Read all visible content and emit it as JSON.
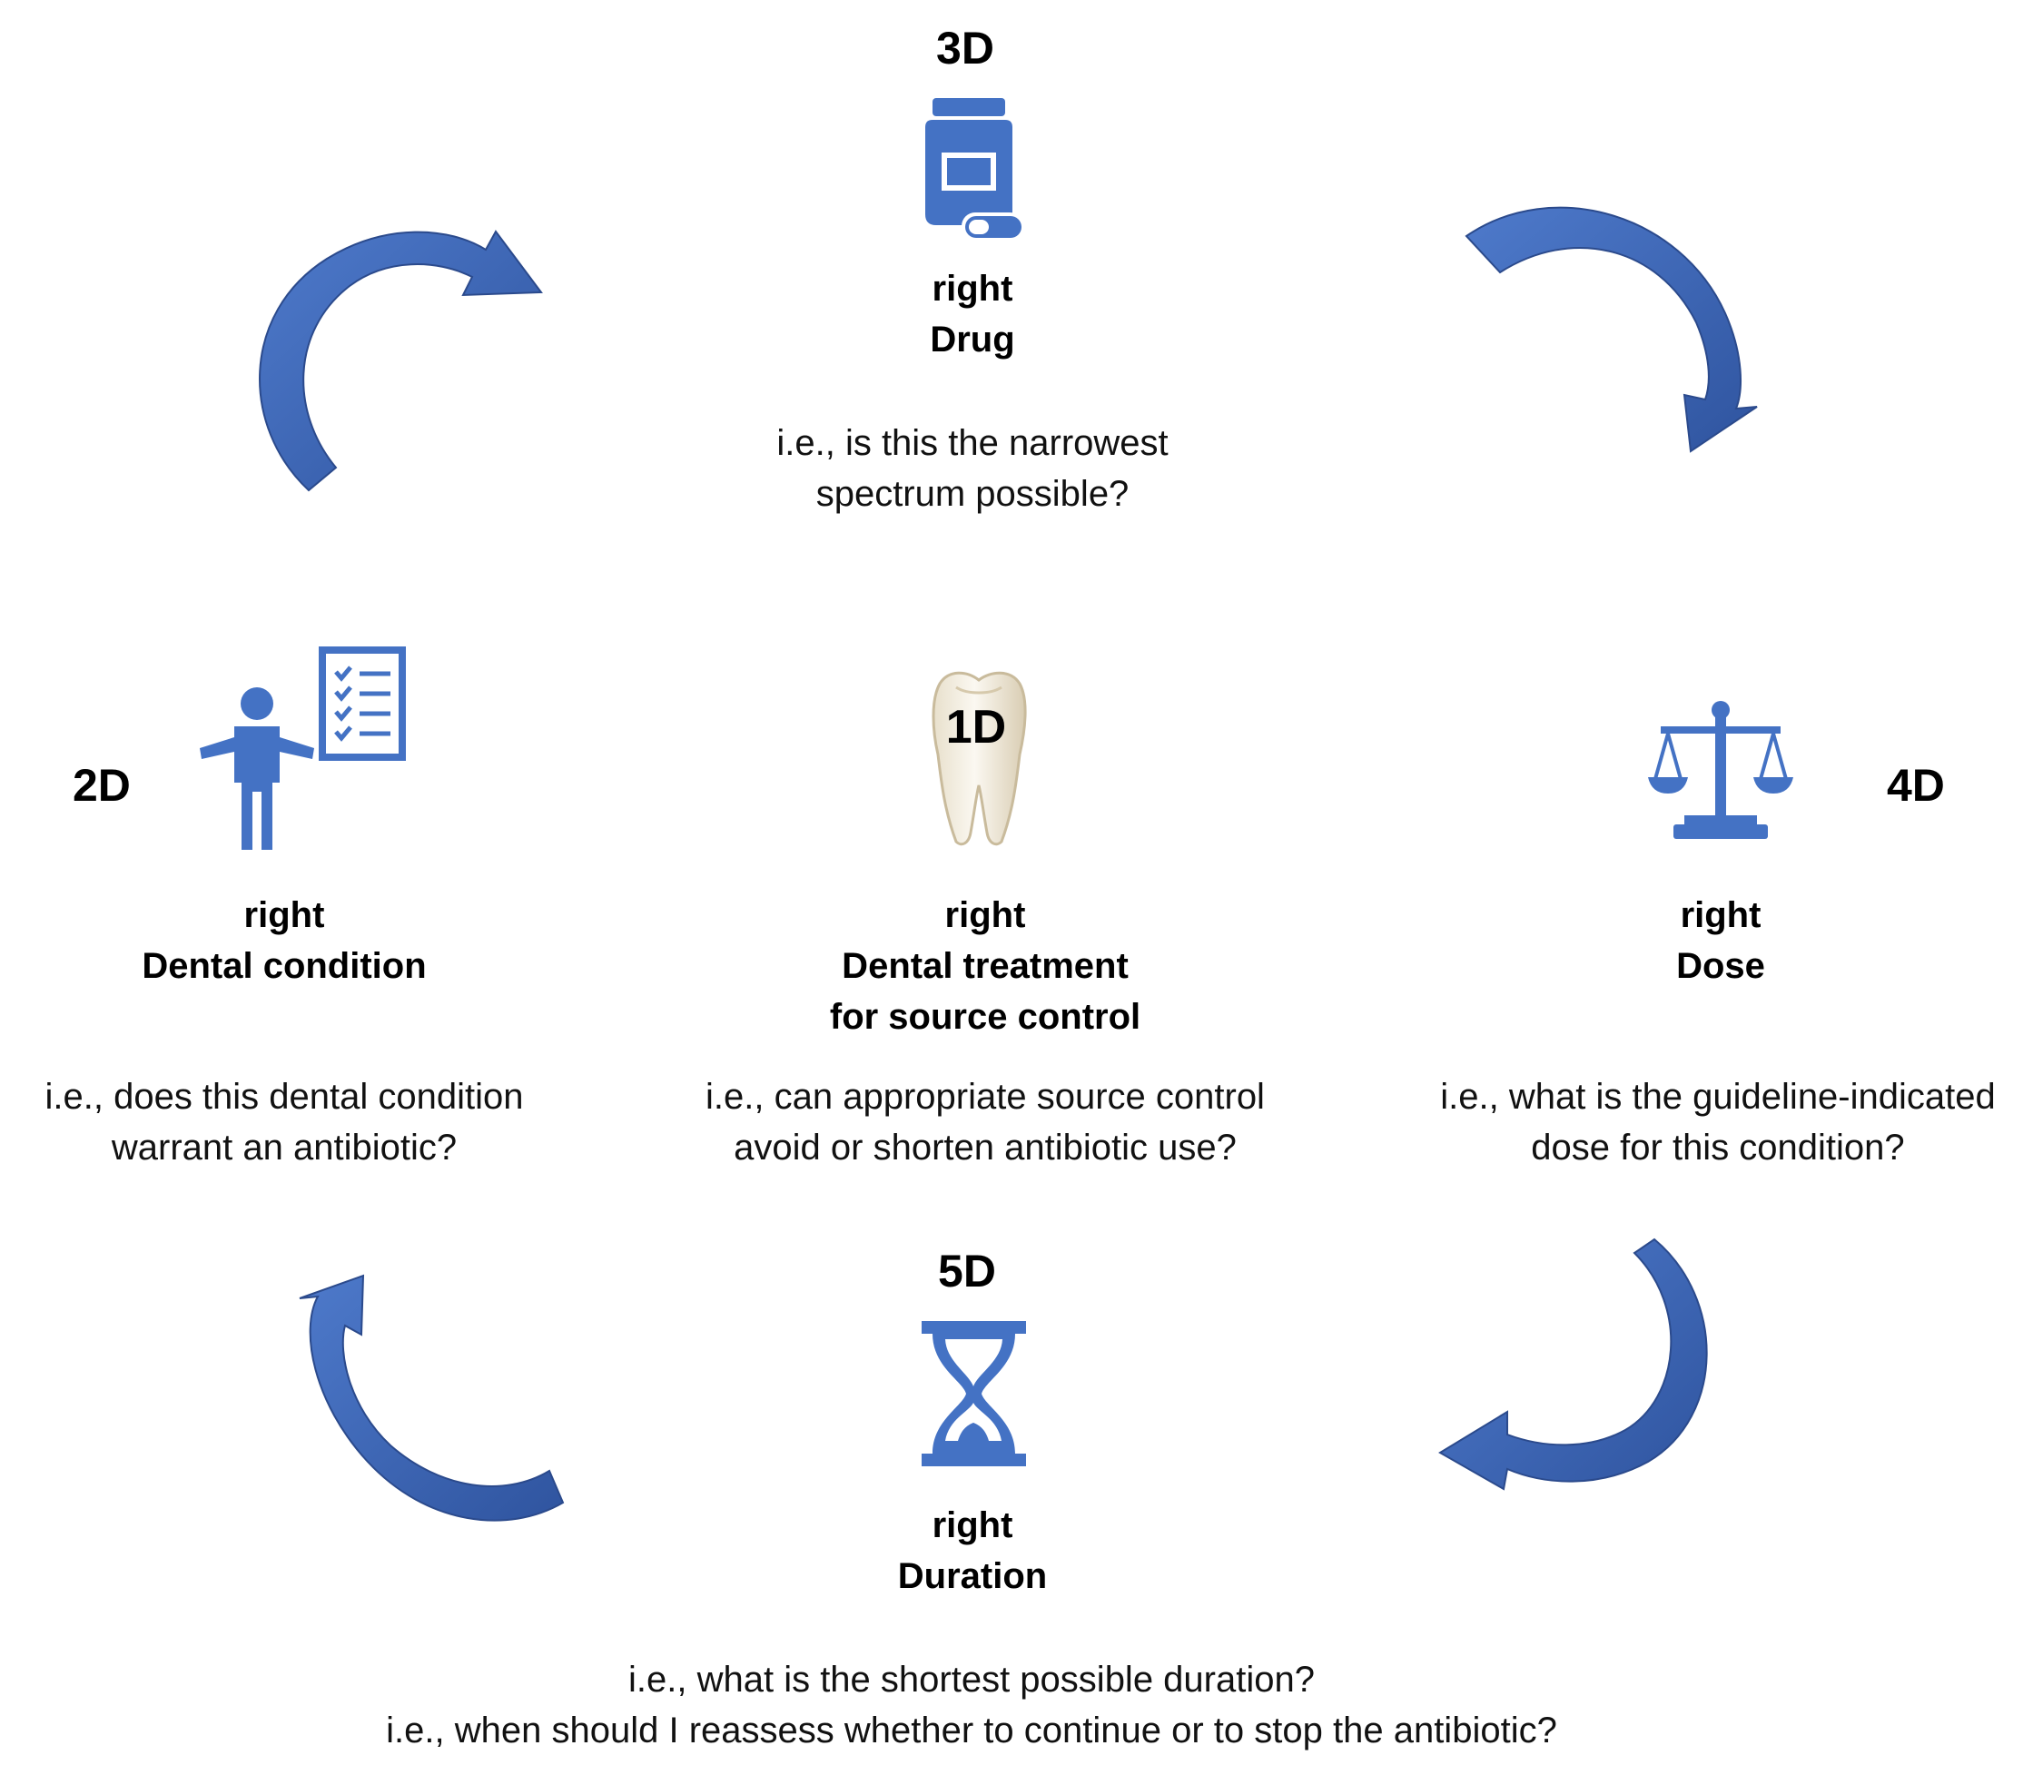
{
  "colors": {
    "icon_blue": "#4472C4",
    "arrow_fill": "#3B63B8",
    "arrow_edge": "#2B4A8C",
    "tooth_fill": "#F3EEE3",
    "text": "#000000"
  },
  "center": {
    "code": "1D",
    "icon": "tooth-icon",
    "title_line1": "right",
    "title_line2": "Dental treatment",
    "title_line3": "for source control",
    "question_line1": "i.e., can appropriate source control",
    "question_line2": "avoid or shorten antibiotic use?"
  },
  "left": {
    "code": "2D",
    "icon": "person-checklist-icon",
    "title_line1": "right",
    "title_line2": "Dental condition",
    "question_line1": "i.e., does this dental condition",
    "question_line2": "warrant an antibiotic?"
  },
  "top": {
    "code": "3D",
    "icon": "medicine-bottle-icon",
    "title_line1": "right",
    "title_line2": "Drug",
    "question_line1": "i.e., is this the narrowest",
    "question_line2": "spectrum possible?"
  },
  "right": {
    "code": "4D",
    "icon": "scales-icon",
    "title_line1": "right",
    "title_line2": "Dose",
    "question_line1": "i.e., what is the guideline-indicated",
    "question_line2": "dose for this condition?"
  },
  "bottom": {
    "code": "5D",
    "icon": "hourglass-icon",
    "title_line1": "right",
    "title_line2": "Duration",
    "question_line1": "i.e., what is the shortest possible duration?",
    "question_line2": "i.e., when should I reassess whether to continue or to stop the antibiotic?"
  },
  "arrows": {
    "direction": "clockwise",
    "count": 4
  }
}
